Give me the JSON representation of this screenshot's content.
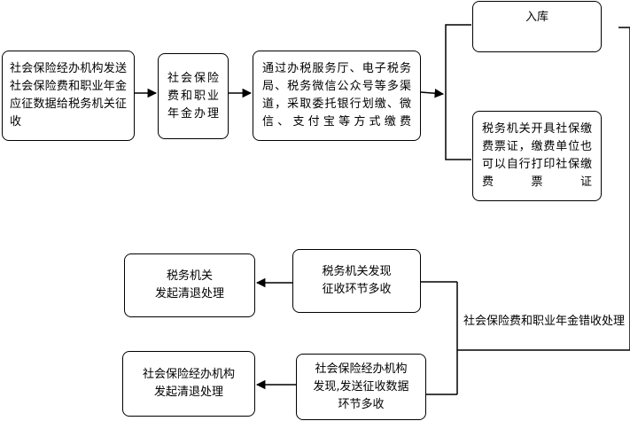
{
  "boxes": {
    "origin_agency": "社会保险经办机构发送社会保险费和职业年金应征数据给税务机关征收",
    "types": "社会保险费和职业年金办理",
    "channels": "通过办税服务厅、电子税务局、税务微信公众号等多渠道，采取委托银行划缴、微信、支付宝等方式缴费",
    "warehousing": "入库",
    "certificate": "税务机关开具社保缴费票证，缴费单位也可以自行打印社保缴费票证",
    "tax_finds": "税务机关发现\n征收环节多收",
    "tax_refund": "税务机关\n发起清退处理",
    "agency_finds": "社会保险经办机构\n发现,发送征收数据\n环节多收",
    "agency_refund": "社会保险经办机构\n发起清退处理"
  },
  "edge_label": "社会保险费和职业年金错收处理"
}
